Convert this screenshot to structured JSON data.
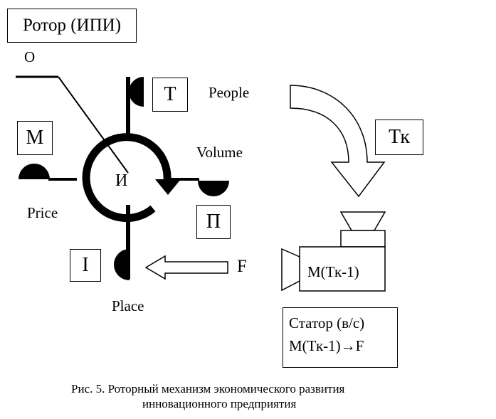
{
  "rotor_title": "Ротор (ИПИ)",
  "labels": {
    "o": "О",
    "center": "И",
    "people": "People",
    "volume": "Volume",
    "price": "Price",
    "place": "Place",
    "f": "F"
  },
  "boxes": {
    "t": "Т",
    "m": "М",
    "p": "П",
    "i": "I",
    "tk": "Тк"
  },
  "camera_label": "М(Тк-1)",
  "stator": {
    "line1": "Статор (в/с)",
    "line2": "М(Тк-1)→F"
  },
  "caption": {
    "line1": "Рис. 5.  Роторный механизм экономического развития",
    "line2": "инновационного предприятия"
  }
}
